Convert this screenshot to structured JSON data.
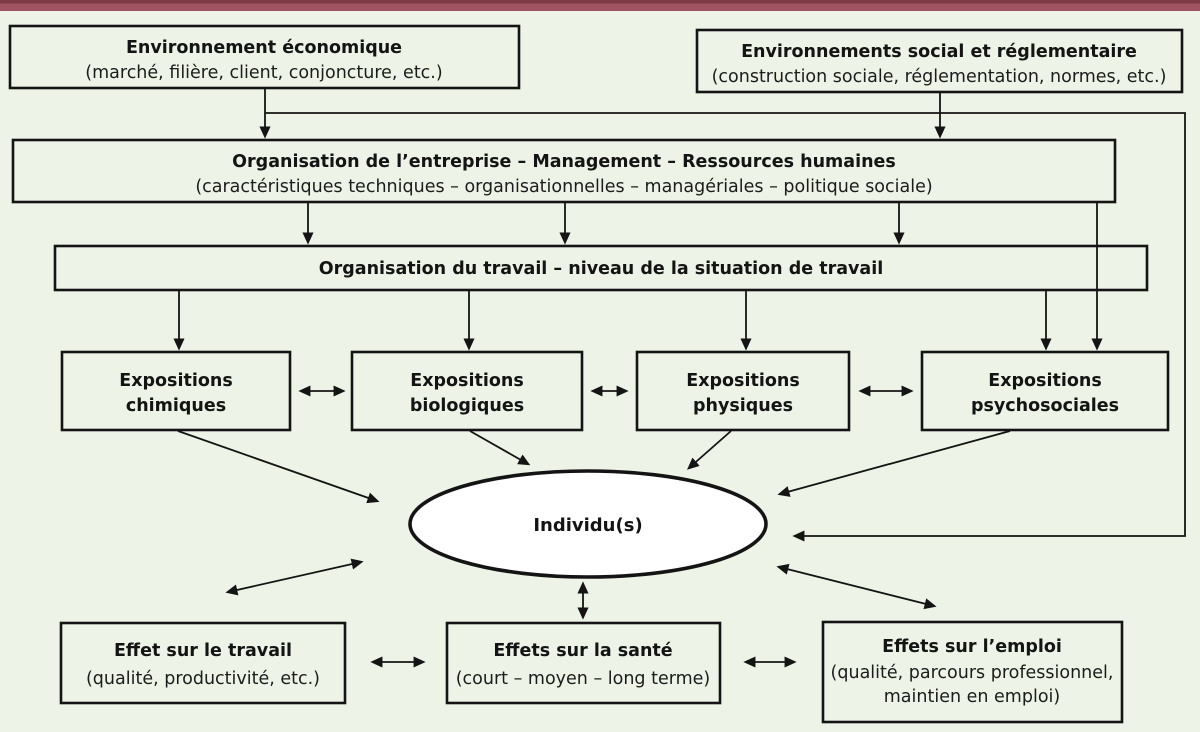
{
  "meta": {
    "background": "#edf3e6",
    "top_bar_color": "#a05360",
    "top_bar_edge_color": "#7d3b47",
    "line_color": "#141414",
    "node_fill": "#edf3e6",
    "ellipse_fill": "#ffffff"
  },
  "nodes": {
    "env_economique": {
      "title": "Environnement économique",
      "subtitle": "(marché, filière, client, conjoncture, etc.)"
    },
    "env_social_reglementaire": {
      "title": "Environnements social et réglementaire",
      "subtitle": "(construction sociale, réglementation, normes, etc.)"
    },
    "organisation_entreprise": {
      "title": "Organisation de l’entreprise – Management – Ressources humaines",
      "subtitle": "(caractéristiques techniques – organisationnelles – managériales – politique sociale)"
    },
    "organisation_travail": {
      "title": "Organisation du travail – niveau de la situation de travail"
    },
    "expositions_chimiques": {
      "line1": "Expositions",
      "line2": "chimiques"
    },
    "expositions_biologiques": {
      "line1": "Expositions",
      "line2": "biologiques"
    },
    "expositions_physiques": {
      "line1": "Expositions",
      "line2": "physiques"
    },
    "expositions_psychosociales": {
      "line1": "Expositions",
      "line2": "psychosociales"
    },
    "individus": {
      "title": "Individu(s)"
    },
    "effet_travail": {
      "title": "Effet sur le travail",
      "subtitle": "(qualité, productivité, etc.)"
    },
    "effets_sante": {
      "title": "Effets sur la santé",
      "subtitle": "(court – moyen – long terme)"
    },
    "effets_emploi": {
      "title": "Effets sur l’emploi",
      "subtitle_line1": "(qualité, parcours professionnel,",
      "subtitle_line2": "maintien en emploi)"
    }
  }
}
